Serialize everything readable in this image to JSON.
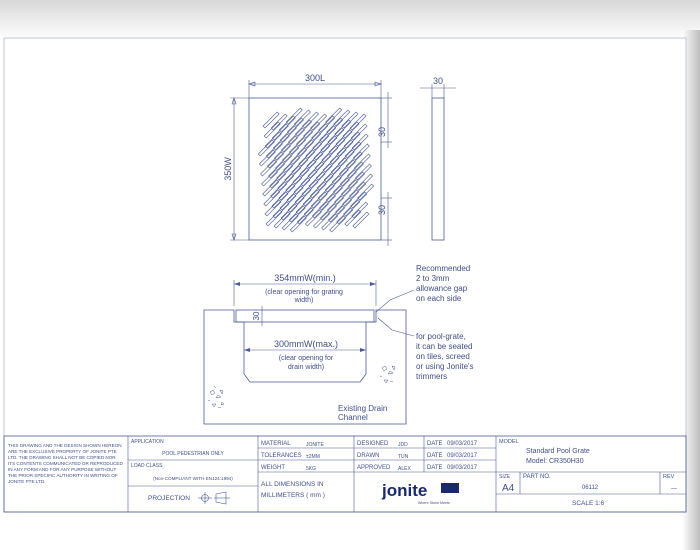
{
  "drawing": {
    "top_view": {
      "width_label": "300L",
      "height_label": "350W",
      "slot_spacing_top": "30",
      "slot_spacing_bottom": "30"
    },
    "side_view": {
      "thickness_label": "30"
    },
    "section_view": {
      "opening_min_label": "354mmW(min.)",
      "opening_min_note": "(clear opening for grating",
      "opening_min_note2": "width)",
      "recess_label": "30",
      "opening_max_label": "300mmW(max.)",
      "opening_max_note": "(clear opening for",
      "opening_max_note2": "drain width)",
      "channel_label": "Existing Drain",
      "channel_label2": "Channel"
    },
    "notes": {
      "gap_note_lines": [
        "Recommended",
        "2 to 3mm",
        "allowance gap",
        "on each side"
      ],
      "seat_note_lines": [
        "for pool-grate,",
        "it can be seated",
        "on tiles, screed",
        "or using Jonite's",
        "trimmers"
      ]
    }
  },
  "title_block": {
    "disclaimer_lines": [
      "THIS DRAWING AND THE DESIGN SHOWN HEREON",
      "ARE THE EXCLUSIVE PROPERTY OF JONITE PTE",
      "LTD. THE DRAWING SHALL NOT BE COPIED NOR",
      "ITS CONTENTS COMMUNICATED OR REPRODUCED",
      "IN ANY FORM AND FOR ANY PURPOSE WITHOUT",
      "THE PRIOR SPECIFIC AUTHORITY IN WRITING OF",
      "JONITE PTE LTD."
    ],
    "application_label": "APPLICATION",
    "application_value": "POOL PEDESTRIAN ONLY",
    "load_class_label": "LOAD CLASS",
    "load_class_value": "(Non-COMPLIANT WITH EN124:1994)",
    "projection_label": "PROJECTION",
    "material_label": "MATERIAL",
    "material_value": "JONITE",
    "tolerances_label": "TOLERANCES",
    "tolerances_value": "±2MM",
    "weight_label": "WEIGHT",
    "weight_value": "5KG",
    "dimensions_note_line1": "ALL DIMENSIONS IN",
    "dimensions_note_line2": "MILLIMETERS ( mm )",
    "designed_label": "DESIGNED",
    "designed_value": "JDD",
    "drawn_label": "DRAWN",
    "drawn_value": "TUN",
    "approved_label": "APPROVED",
    "approved_value": "ALEX",
    "date_label": "DATE",
    "date_designed": "09/03/2017",
    "date_drawn": "09/03/2017",
    "date_approved": "09/03/2017",
    "logo_text": "jonite",
    "logo_tagline": "Where Stone Meets",
    "model_label": "MODEL",
    "model_line1": "Standard Pool Grate",
    "model_line2": "Model: CR350H30",
    "size_label": "SIZE",
    "size_value": "A4",
    "part_no_label": "PART NO.",
    "part_no_value": "06112",
    "rev_label": "REV",
    "rev_value": "—",
    "scale_value": "SCALE 1:6"
  }
}
